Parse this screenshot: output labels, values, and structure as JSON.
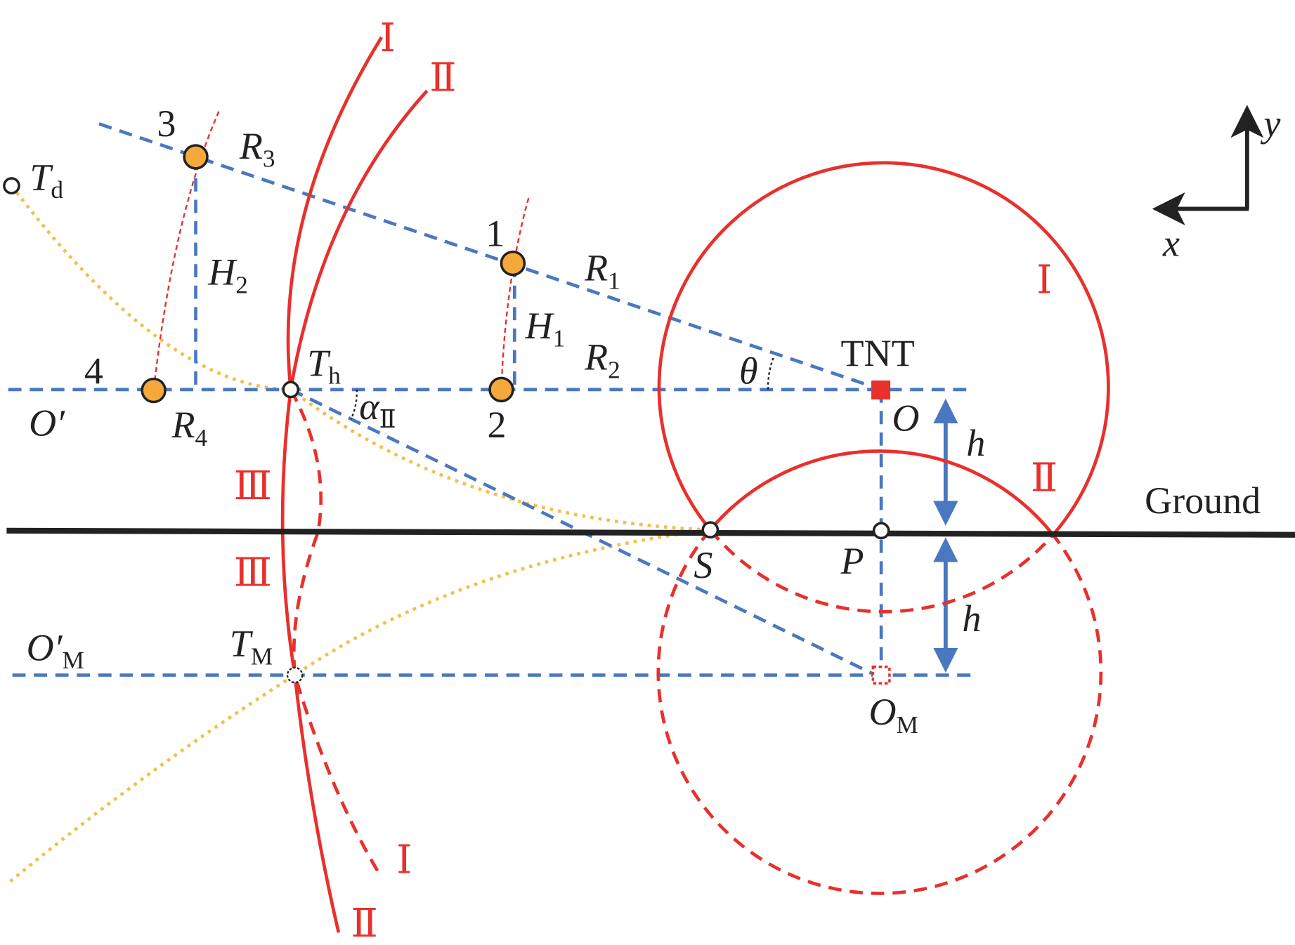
{
  "labels": {
    "tnt": "TNT",
    "ground": "Ground",
    "o": "O",
    "o_prime": "O′",
    "o_m": "O",
    "o_m_sub": "M",
    "o_m_prime": "O′",
    "o_m_prime_sub": "M",
    "p": "P",
    "s": "S",
    "t_h": "T",
    "t_h_sub": "h",
    "t_d": "T",
    "t_d_sub": "d",
    "t_m": "T",
    "t_m_sub": "M",
    "h_upper": "h",
    "h_lower": "h",
    "theta": "θ",
    "alpha": "α",
    "alpha_sub": "Ⅱ",
    "x_axis": "x",
    "y_axis": "y",
    "r1": "R",
    "r1_sub": "1",
    "r2": "R",
    "r2_sub": "2",
    "r3": "R",
    "r3_sub": "3",
    "r4": "R",
    "r4_sub": "4",
    "h1": "H",
    "h1_sub": "1",
    "h2": "H",
    "h2_sub": "2",
    "point_1": "1",
    "point_2": "2",
    "point_3": "3",
    "point_4": "4"
  },
  "roman": {
    "curve_i_top": "Ⅰ",
    "curve_ii_top": "Ⅱ",
    "circle_i": "Ⅰ",
    "circle_ii": "Ⅱ",
    "curve_iii_upper": "Ⅲ",
    "curve_iii_lower": "Ⅲ",
    "curve_i_bottom": "Ⅰ",
    "curve_ii_bottom": "Ⅱ"
  },
  "colors": {
    "wave": "#e8302c",
    "construction": "#4a78c0",
    "sensor": "#f4a93a",
    "trajectory": "#f2c04e",
    "ground": "#222222"
  }
}
